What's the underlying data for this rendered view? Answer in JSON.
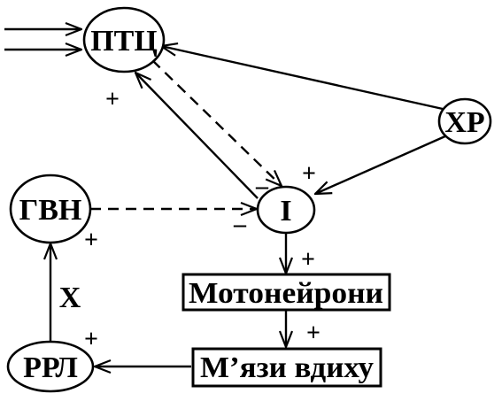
{
  "nodes": {
    "ptc": "ПТЦ",
    "khr": "ХР",
    "gvn": "ГВН",
    "i": "I",
    "rrl": "РРЛ",
    "motoneurons": "Мотонейрони",
    "muscles": "М’язи вдиху"
  },
  "labels": {
    "plus": "+",
    "minus": "–",
    "x": "X"
  }
}
